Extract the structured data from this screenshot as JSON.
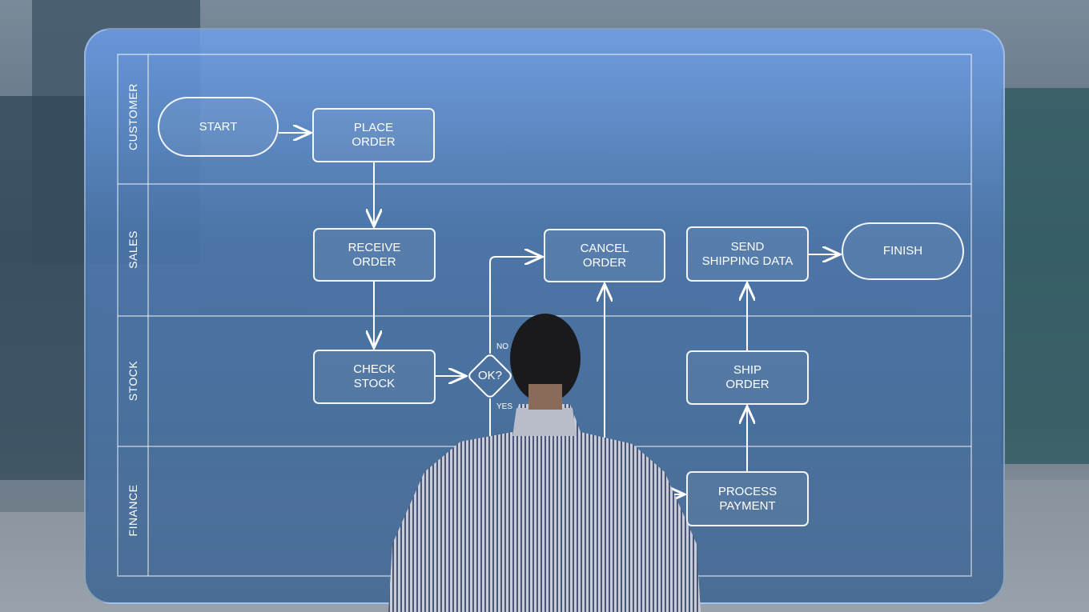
{
  "lanes": [
    "CUSTOMER",
    "SALES",
    "STOCK",
    "FINANCE"
  ],
  "nodes": {
    "start": "START",
    "place_order": "PLACE\nORDER",
    "receive_order": "RECEIVE\nORDER",
    "check_stock": "CHECK\nSTOCK",
    "decision": "OK?",
    "cancel_order": "CANCEL\nORDER",
    "send_shipping": "SEND\nSHIPPING DATA",
    "finish": "FINISH",
    "ship_order": "SHIP\nORDER",
    "process_payment": "PROCESS\nPAYMENT"
  },
  "edge_labels": {
    "no": "NO",
    "yes": "YES"
  },
  "colors": {
    "panel": "#4f7fb8",
    "line": "#ffffff"
  }
}
